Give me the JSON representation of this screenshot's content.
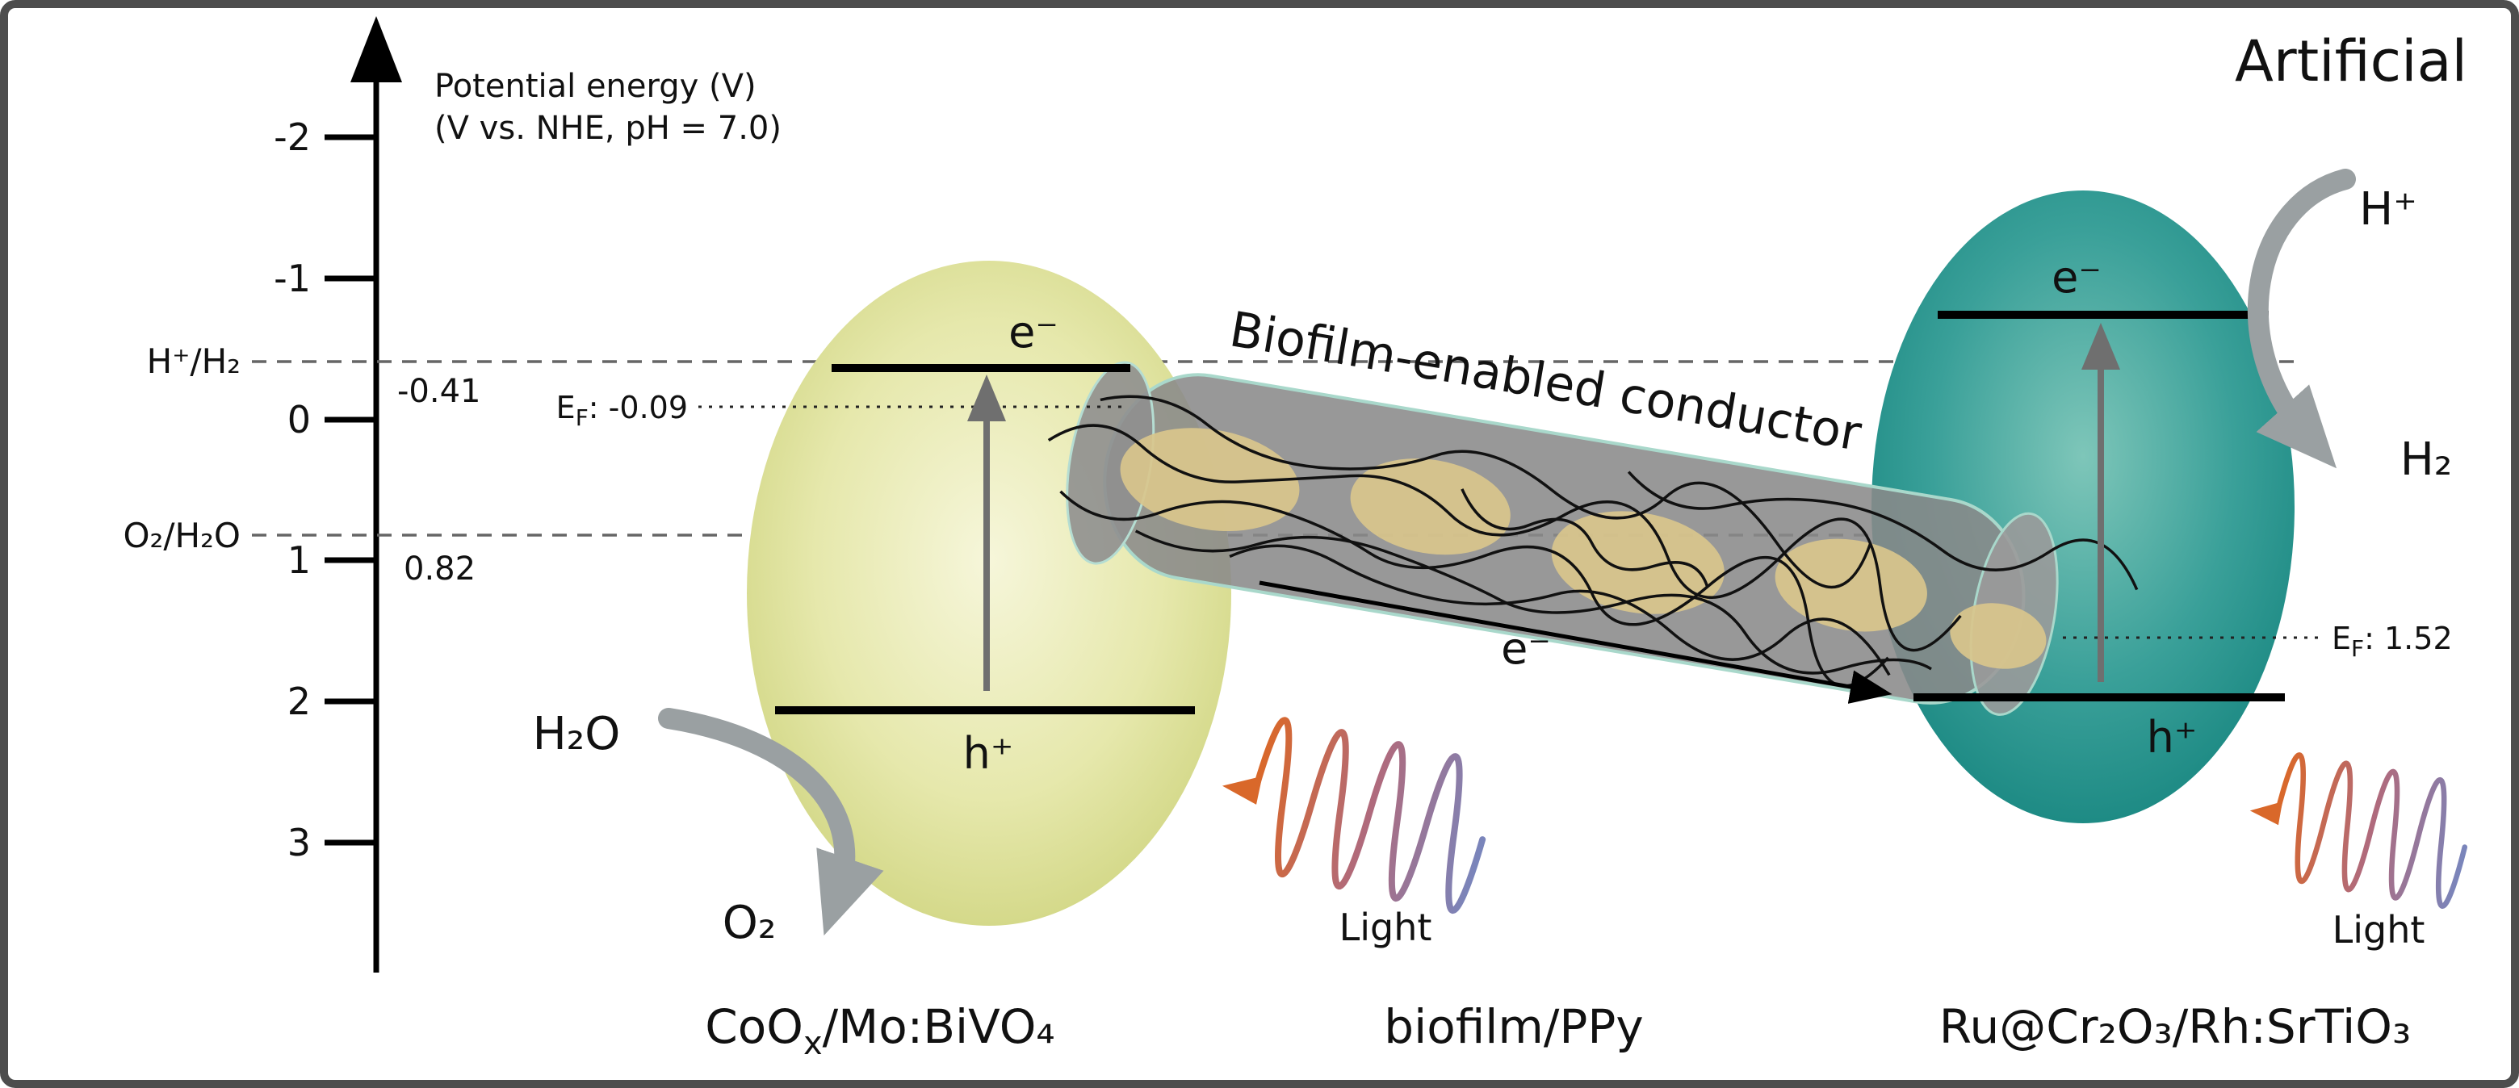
{
  "header": {
    "title": "Artificial"
  },
  "axis": {
    "title_line1": "Potential energy (V)",
    "title_line2": "(V vs. NHE, pH = 7.0)",
    "ticks": [
      "-2",
      "-1",
      "0",
      "1",
      "2",
      "3"
    ]
  },
  "redox": {
    "h2_label": "H⁺/H₂",
    "h2_value": "-0.41",
    "o2_label": "O₂/H₂O",
    "o2_value": "0.82"
  },
  "left_particle": {
    "name_main": "CoO",
    "name_sub": "x",
    "name_rest": "/Mo:BiVO₄",
    "electron": "e⁻",
    "hole": "h⁺",
    "fermi_e": "E",
    "fermi_f": "F",
    "fermi_value": ": -0.09",
    "reactant": "H₂O",
    "product": "O₂",
    "light_label": "Light"
  },
  "conductor": {
    "banner": "Biofilm-enabled conductor",
    "label": "biofilm/PPy",
    "electron_flow": "e⁻"
  },
  "right_particle": {
    "name": "Ru@Cr₂O₃/Rh:SrTiO₃",
    "electron": "e⁻",
    "hole": "h⁺",
    "fermi_e": "E",
    "fermi_f": "F",
    "fermi_value": ": 1.52",
    "reactant": "H⁺",
    "product": "H₂",
    "light_label": "Light"
  },
  "energy_levels": {
    "h2_redox_V": -0.41,
    "o2_redox_V": 0.82,
    "left_fermi_V": -0.09,
    "right_fermi_V": 1.52
  },
  "colors": {
    "left_center": "#f6f6da",
    "left_mid": "#e6e8ac",
    "left_edge": "#cbd178",
    "right_center": "#7ec6b9",
    "right_mid": "#3aa099",
    "right_edge": "#15847e",
    "tube": "#8a8a8a",
    "cell": "#d9c68c",
    "wave_start": "#d9682a",
    "wave_mid": "#b06a7c",
    "wave_end": "#7a85bb",
    "gray_arrow": "#9aa0a2"
  }
}
